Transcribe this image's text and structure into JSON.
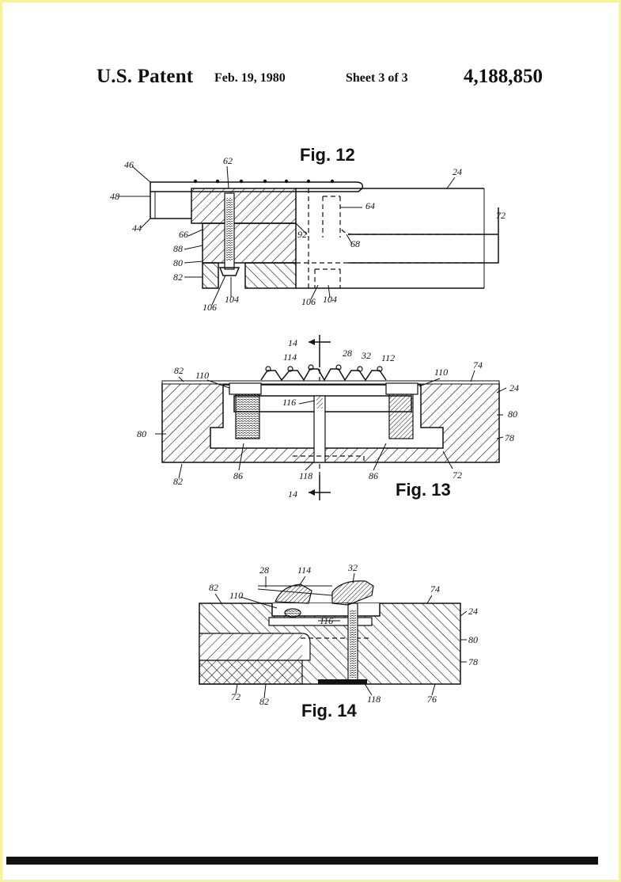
{
  "header": {
    "title": "U.S. Patent",
    "date": "Feb. 19, 1980",
    "sheet": "Sheet 3 of 3",
    "patent_number": "4,188,850"
  },
  "figures": {
    "fig12": {
      "label": "Fig. 12",
      "refs": [
        "46",
        "62",
        "24",
        "48",
        "64",
        "72",
        "44",
        "66",
        "92",
        "68",
        "88",
        "80",
        "82",
        "106",
        "104",
        "106",
        "104"
      ]
    },
    "fig13": {
      "label": "Fig. 13",
      "refs": [
        "14",
        "114",
        "28",
        "32",
        "112",
        "82",
        "110",
        "110",
        "74",
        "24",
        "116",
        "80",
        "80",
        "78",
        "86",
        "86",
        "72",
        "82",
        "118",
        "14"
      ]
    },
    "fig14": {
      "label": "Fig. 14",
      "refs": [
        "28",
        "114",
        "32",
        "82",
        "110",
        "74",
        "24",
        "116",
        "80",
        "78",
        "72",
        "82",
        "118",
        "76"
      ]
    }
  },
  "colors": {
    "page_border": "#f6f3a0",
    "ink": "#111111",
    "paper": "#ffffff"
  }
}
